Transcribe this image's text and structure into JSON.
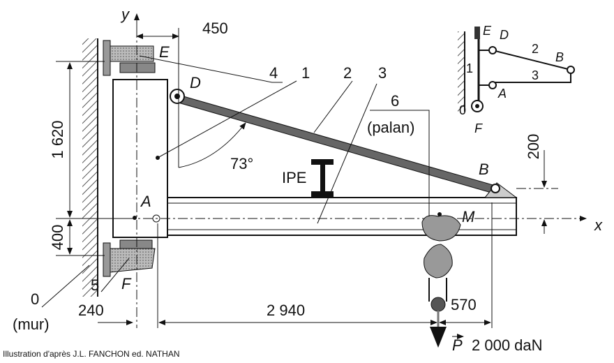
{
  "labels": {
    "y_axis": "y",
    "x_axis": "x",
    "dim_450": "450",
    "dim_1620": "1 620",
    "dim_400": "400",
    "dim_200": "200",
    "dim_240": "240",
    "dim_2940": "2 940",
    "dim_570": "570",
    "angle": "73°",
    "profile": "IPE",
    "part_4": "4",
    "part_1": "1",
    "part_2": "2",
    "part_3": "3",
    "part_6": "6",
    "palan": "(palan)",
    "part_0": "0",
    "part_5": "5",
    "mur": "(mur)",
    "pt_E": "E",
    "pt_D": "D",
    "pt_A": "A",
    "pt_B": "B",
    "pt_M": "M",
    "pt_F": "F",
    "force_P": "P",
    "force_value": "2 000 daN"
  },
  "inset": {
    "E": "E",
    "D": "D",
    "B": "B",
    "A": "A",
    "F": "F",
    "n2": "2",
    "n1": "1",
    "n3": "3",
    "n0": "0"
  },
  "credit": "Illustration d'après J.L. FANCHON ed. NATHAN"
}
